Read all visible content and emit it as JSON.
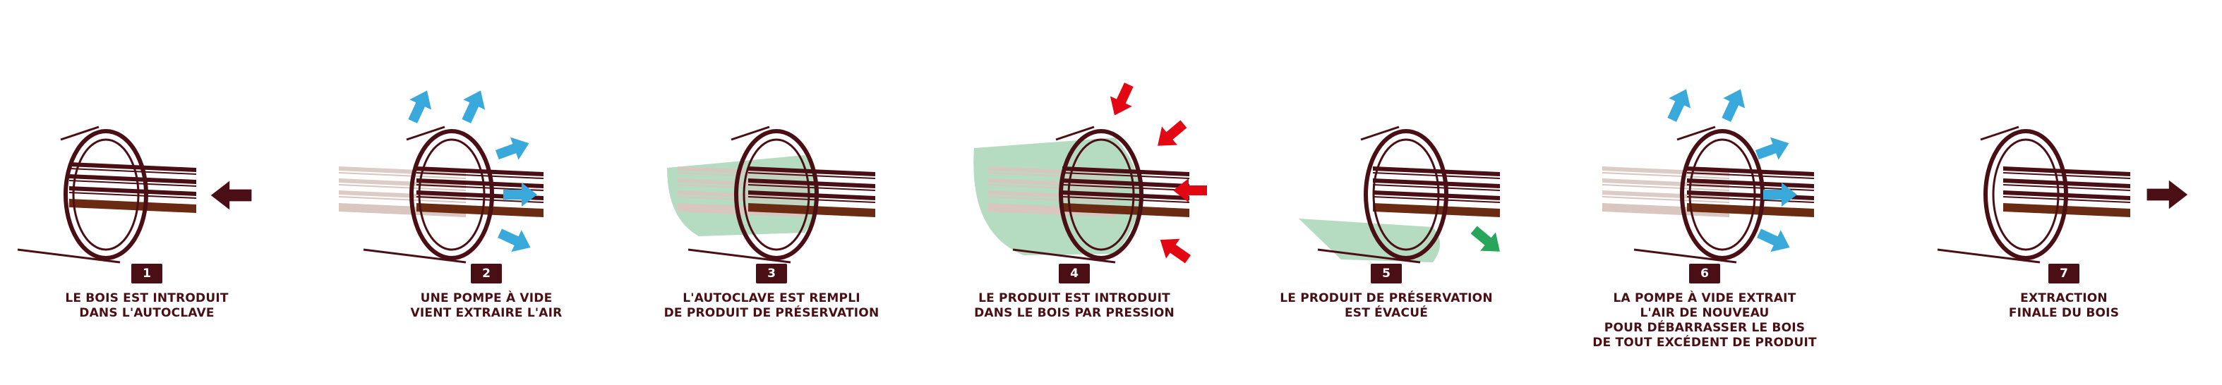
{
  "colors": {
    "dark": "#4a0f14",
    "wood_front": "#6b2a12",
    "wood_faded": "#d8c6bf",
    "liquid": "#b5dcc0",
    "vacuum_arrow": "#39a9dc",
    "pressure_arrow": "#e30613",
    "drain_arrow": "#27a55a"
  },
  "steps": [
    {
      "number": "1",
      "lines": [
        "LE BOIS EST INTRODUIT",
        "DANS L'AUTOCLAVE"
      ]
    },
    {
      "number": "2",
      "lines": [
        "UNE POMPE À VIDE",
        "VIENT EXTRAIRE L'AIR"
      ]
    },
    {
      "number": "3",
      "lines": [
        "L'AUTOCLAVE EST REMPLI",
        "DE PRODUIT DE PRÉSERVATION"
      ]
    },
    {
      "number": "4",
      "lines": [
        "LE PRODUIT EST INTRODUIT",
        "DANS LE BOIS PAR PRESSION"
      ]
    },
    {
      "number": "5",
      "lines": [
        "LE PRODUIT DE PRÉSERVATION",
        "EST ÉVACUÉ"
      ]
    },
    {
      "number": "6",
      "lines": [
        "LA POMPE À VIDE EXTRAIT",
        "L'AIR DE NOUVEAU",
        "POUR DÉBARRASSER LE BOIS",
        "DE TOUT EXCÉDENT DE PRODUIT"
      ]
    },
    {
      "number": "7",
      "lines": [
        "EXTRACTION",
        "FINALE DU BOIS"
      ]
    }
  ]
}
